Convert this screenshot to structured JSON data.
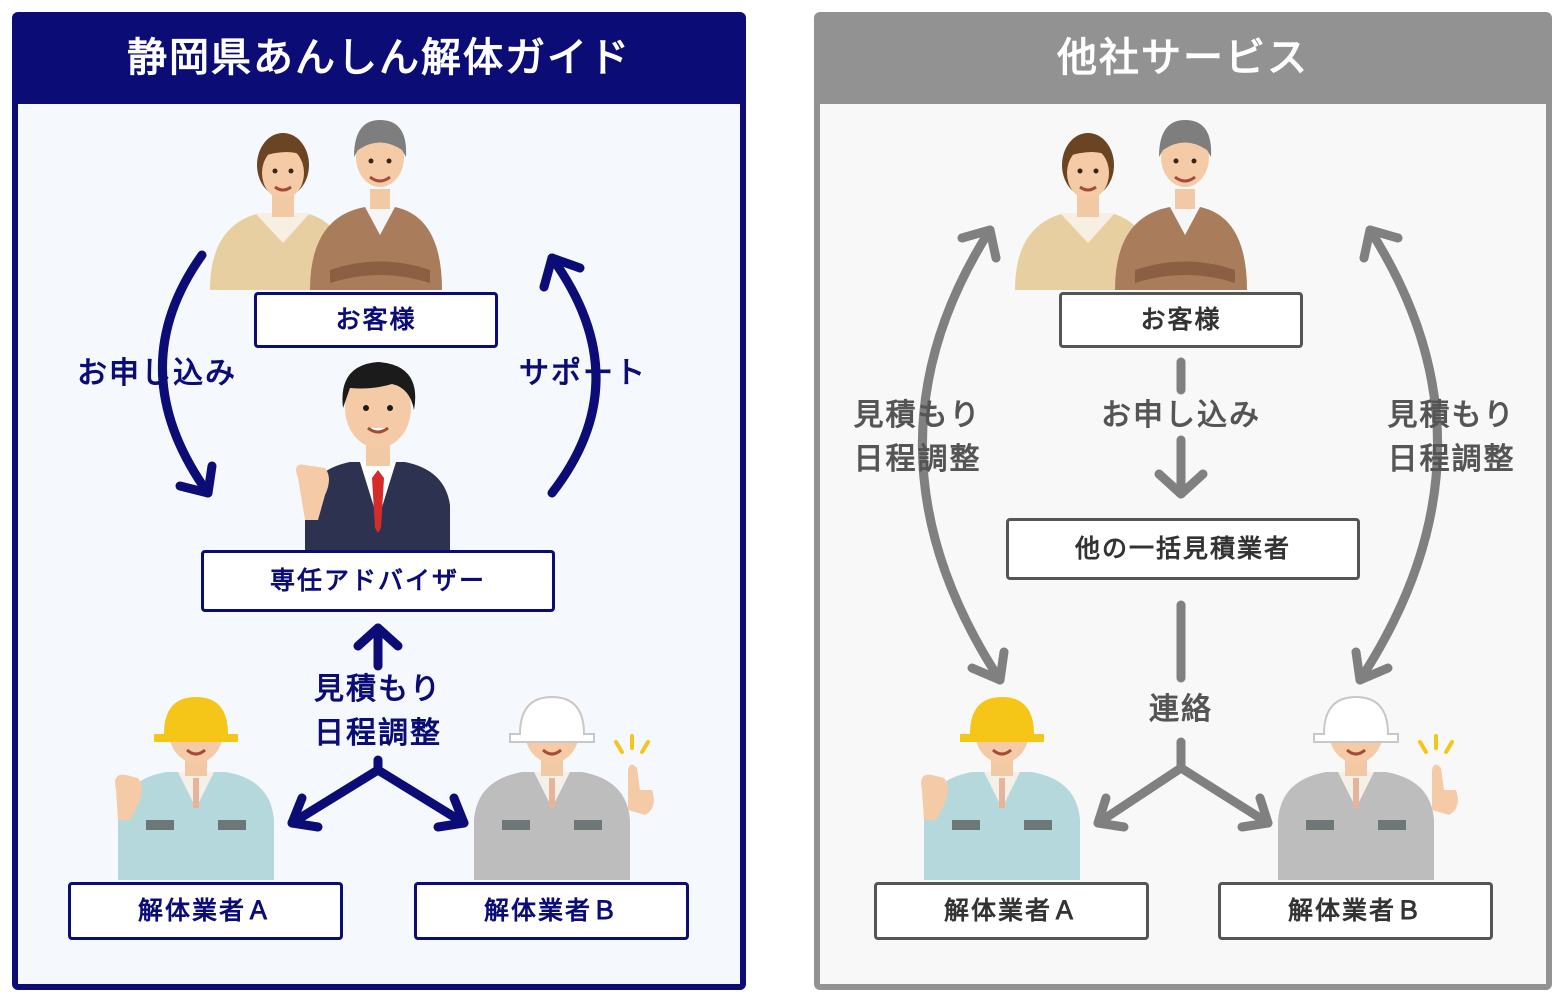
{
  "left_panel": {
    "title": "静岡県あんしん解体ガイド",
    "customer_label": "お客様",
    "apply_label": "お申し込み",
    "support_label": "サポート",
    "advisor_label": "専任アドバイザー",
    "estimate_line1": "見積もり",
    "estimate_line2": "日程調整",
    "contractor_a_label": "解体業者Ａ",
    "contractor_b_label": "解体業者Ｂ"
  },
  "right_panel": {
    "title": "他社サービス",
    "customer_label": "お客様",
    "apply_label": "お申し込み",
    "left_estimate_line1": "見積もり",
    "left_estimate_line2": "日程調整",
    "right_estimate_line1": "見積もり",
    "right_estimate_line2": "日程調整",
    "broker_label": "他の一括見積業者",
    "contact_label": "連絡",
    "contractor_a_label": "解体業者Ａ",
    "contractor_b_label": "解体業者Ｂ"
  },
  "colors": {
    "navy": "#0b0c76",
    "gray_header": "#929292",
    "gray_arrow": "#808080"
  }
}
